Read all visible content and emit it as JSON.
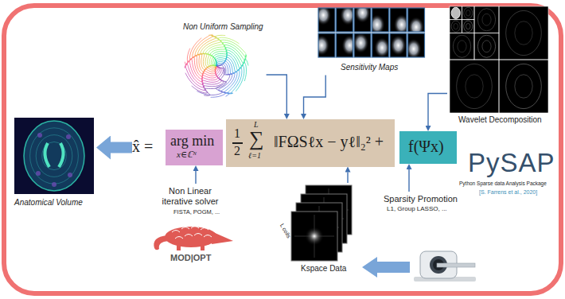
{
  "diagram": {
    "nodes": [
      {
        "text": [
          "Non Uniform Sampling"
        ]
      },
      {
        "text": [
          "Sensitivity Maps"
        ]
      },
      {
        "text": [
          "Wavelet Decomposition"
        ]
      },
      {
        "text": [
          "Anatomical Volume"
        ]
      },
      {
        "text": [
          "x̂ =",
          "arg min",
          "x∈ℂᴺ"
        ]
      },
      {
        "text": [
          "1",
          "2",
          "L",
          "∑",
          "ℓ=1",
          "‖FΩSℓx − yℓ‖₂² +"
        ]
      },
      {
        "text": [
          "f(Ψx)"
        ]
      },
      {
        "text": [
          "L coils",
          "Kspace Data"
        ]
      }
    ],
    "edges": [
      {
        "from": 4,
        "to": 3,
        "arrow": "to"
      },
      {
        "from": 0,
        "to": 5,
        "arrow": "to"
      },
      {
        "from": 1,
        "to": 5,
        "arrow": "to"
      },
      {
        "from": 2,
        "to": 6,
        "arrow": "to"
      },
      {
        "from": 7,
        "to": 5,
        "arrow": "to"
      }
    ],
    "labels": [
      "Non Linear iterative solver",
      "FISTA, POGM, ...",
      "Sparsity Promotion",
      "L1, Group LASSO, ...",
      "PySAP",
      "Python Sparse data Analysis Package",
      "[S. Farrens et al., 2020]",
      "MOD|OPT"
    ]
  }
}
